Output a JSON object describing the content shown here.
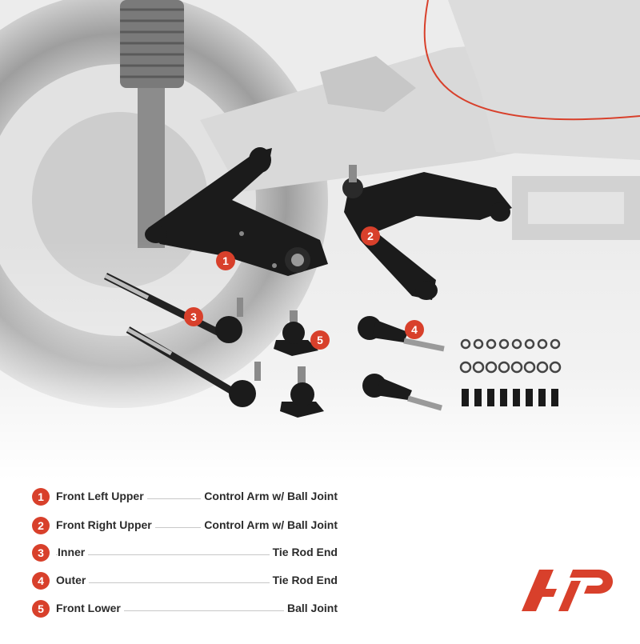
{
  "product_image": {
    "callouts": [
      "1",
      "2",
      "3",
      "4",
      "5"
    ]
  },
  "legend": [
    {
      "num": "1",
      "left": "Front Left Upper",
      "right": "Control Arm w/ Ball Joint"
    },
    {
      "num": "2",
      "left": "Front Right Upper",
      "right": "Control Arm w/ Ball Joint"
    },
    {
      "num": "3",
      "left": "Inner",
      "right": "Tie Rod End"
    },
    {
      "num": "4",
      "left": "Outer",
      "right": "Tie Rod End"
    },
    {
      "num": "5",
      "left": "Front Lower",
      "right": "Ball Joint"
    }
  ],
  "colors": {
    "accent": "#d8402b",
    "text": "#2b2b2b",
    "part_black": "#1b1b1b"
  },
  "logo": {
    "icon": "a-premium-logo-icon"
  }
}
